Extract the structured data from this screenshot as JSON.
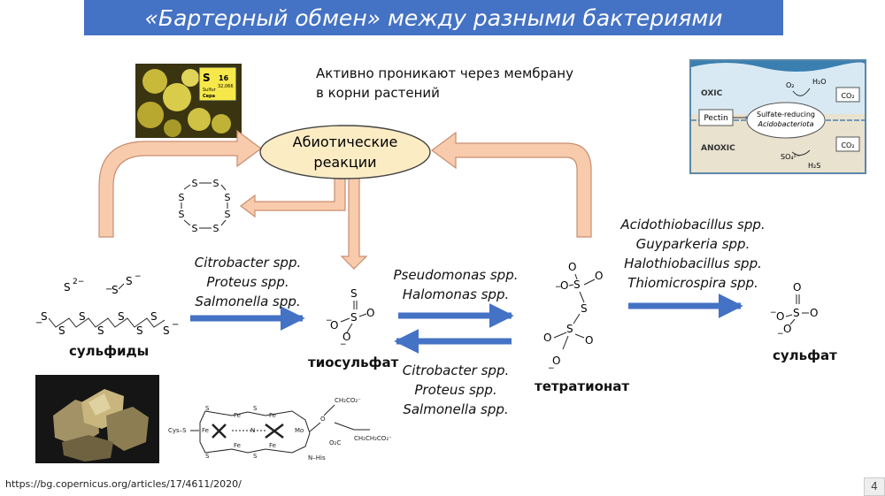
{
  "title": "«Бартерный обмен» между разными бактериями",
  "membrane_note": [
    "Активно проникают через мембрану",
    "в корни растений"
  ],
  "abiotic": [
    "Абиотические",
    "реакции"
  ],
  "groups": {
    "sulfide_to_thio": [
      "Citrobacter spp.",
      "Proteus spp.",
      "Salmonella spp."
    ],
    "thio_to_tetra": [
      "Pseudomonas spp.",
      "Halomonas spp."
    ],
    "tetra_to_thio": [
      "Citrobacter spp.",
      "Proteus spp.",
      "Salmonella spp."
    ],
    "tetra_to_sulfate": [
      "Acidothiobacillus spp.",
      "Guyparkeria spp.",
      "Halothiobacillus spp.",
      "Thiomicrospira spp."
    ]
  },
  "labels": {
    "sulfides": "сульфиды",
    "thiosulfate": "тиосульфат",
    "tetrathionate": "тетратионат",
    "sulfate": "сульфат"
  },
  "element_card": {
    "symbol": "S",
    "number": "16",
    "mass": "32,066",
    "name_en": "Sulfur",
    "name_ru": "Сера"
  },
  "inset": {
    "oxic": "OXIC",
    "anoxic": "ANOXIC",
    "pectin": "Pectin",
    "reducer_line1": "Sulfate-reducing",
    "reducer_line2": "Acidobacteriota",
    "o2": "O₂",
    "h2o": "H₂O",
    "co2_top": "CO₂",
    "co2_bottom": "CO₂",
    "so4": "SO₄²⁻",
    "h2s": "H₂S"
  },
  "colors": {
    "banner": "#4472c4",
    "blue_arrow": "#4472c4",
    "abiotic_fill": "#fcecc4",
    "peach_arrow": "#f8cbad",
    "peach_border": "#c98e70"
  },
  "source": "https://bg.copernicus.org/articles/17/4611/2020/",
  "page_number": "4"
}
